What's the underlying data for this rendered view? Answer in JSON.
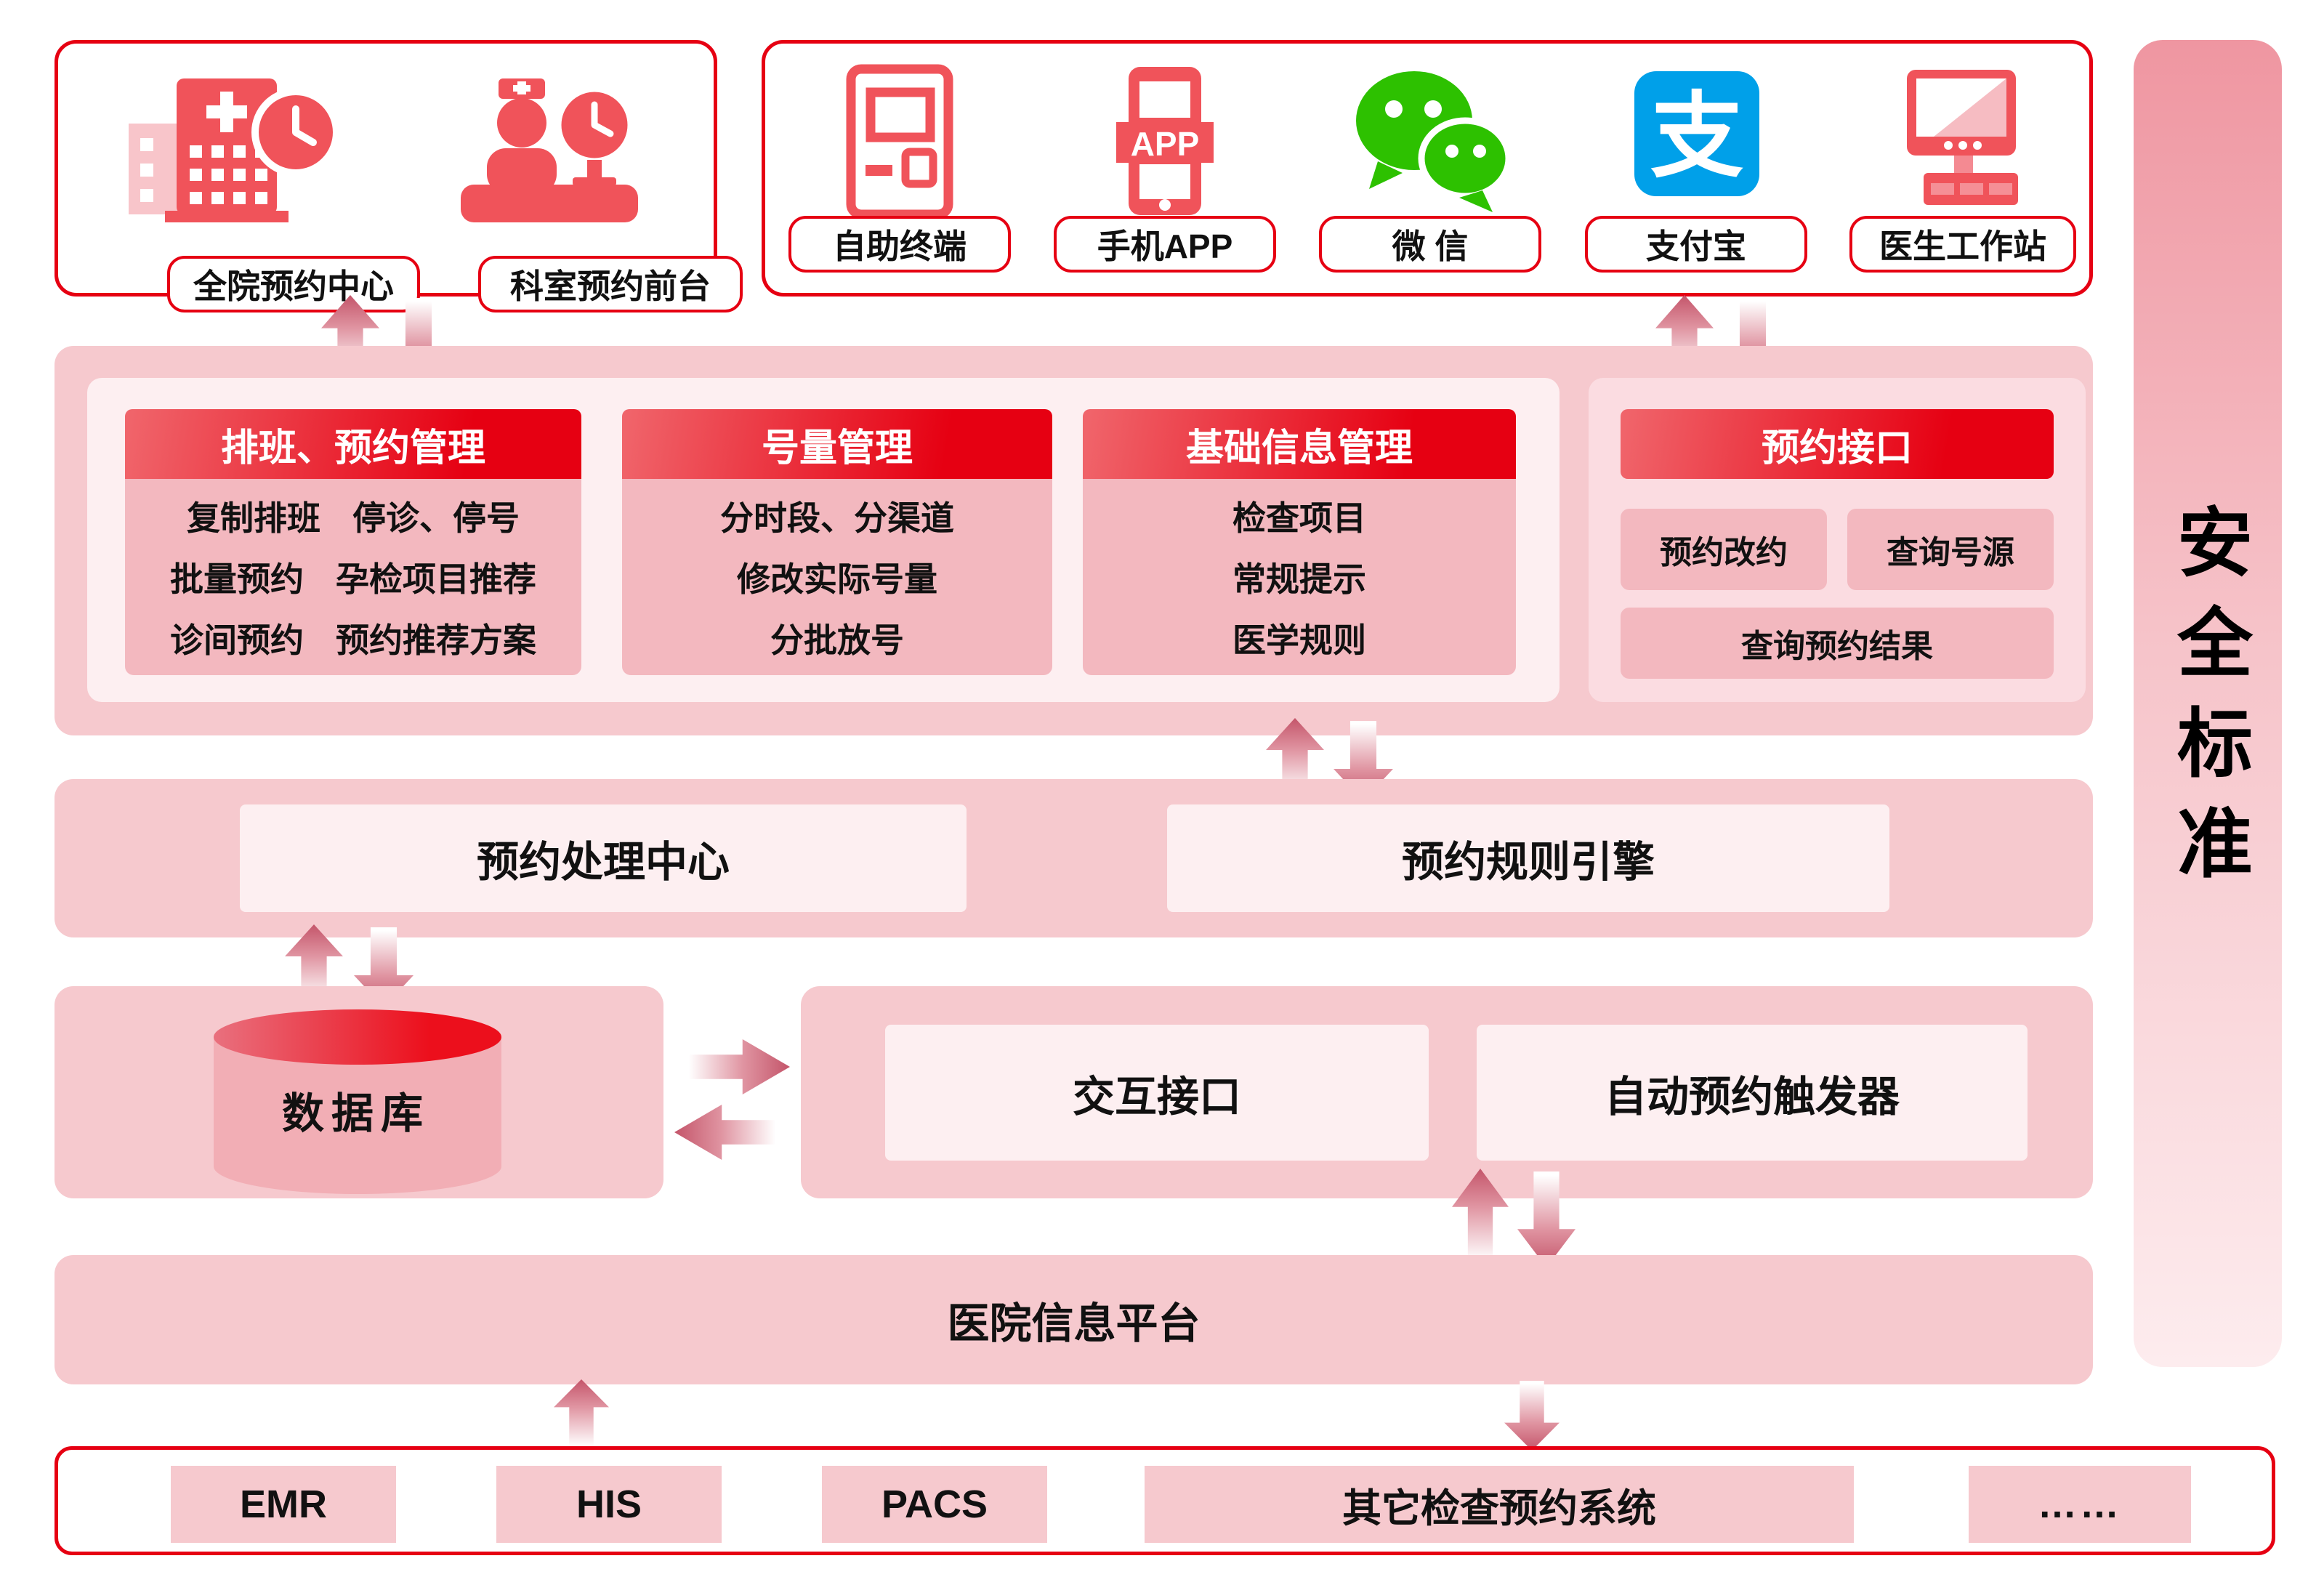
{
  "colors": {
    "accent_red": "#e60012",
    "icon_red": "#f0535a",
    "band_pink": "#f6c9ce",
    "light_pink": "#fdeff1",
    "column_pink": "#f3b8bf",
    "interface_pink": "#fbdce1",
    "wechat_green": "#2dc100",
    "alipay_blue": "#00a0e9"
  },
  "access_panel_left": {
    "items": [
      {
        "icon": "hospital-clock-icon",
        "label": "全院预约中心"
      },
      {
        "icon": "reception-clock-icon",
        "label": "科室预约前台"
      }
    ]
  },
  "access_panel_right": {
    "items": [
      {
        "icon": "kiosk-icon",
        "label": "自助终端"
      },
      {
        "icon": "phone-app-icon",
        "label": "手机APP",
        "icon_text": "APP"
      },
      {
        "icon": "wechat-icon",
        "label": "微 信"
      },
      {
        "icon": "alipay-icon",
        "label": "支付宝",
        "icon_text": "支"
      },
      {
        "icon": "workstation-icon",
        "label": "医生工作站"
      }
    ]
  },
  "security_bar": {
    "label": "安全标准"
  },
  "management": {
    "columns": [
      {
        "header": "排班、预约管理",
        "rows": [
          [
            "复制排班",
            "停诊、停号"
          ],
          [
            "批量预约",
            "孕检项目推荐"
          ],
          [
            "诊间预约",
            "预约推荐方案"
          ]
        ]
      },
      {
        "header": "号量管理",
        "rows": [
          [
            "分时段、分渠道"
          ],
          [
            "修改实际号量"
          ],
          [
            "分批放号"
          ]
        ]
      },
      {
        "header": "基础信息管理",
        "rows": [
          [
            "检查项目"
          ],
          [
            "常规提示"
          ],
          [
            "医学规则"
          ]
        ]
      }
    ],
    "interface_panel": {
      "header": "预约接口",
      "boxes": [
        "预约改约",
        "查询号源"
      ],
      "wide_box": "查询预约结果"
    }
  },
  "processing_row": {
    "left_box": "预约处理中心",
    "right_box": "预约规则引擎"
  },
  "integration_row": {
    "database": "数据库",
    "left_box": "交互接口",
    "right_box": "自动预约触发器"
  },
  "platform_row": {
    "label": "医院信息平台"
  },
  "external_row": {
    "systems": [
      "EMR",
      "HIS",
      "PACS",
      "其它检查预约系统",
      "……"
    ]
  }
}
